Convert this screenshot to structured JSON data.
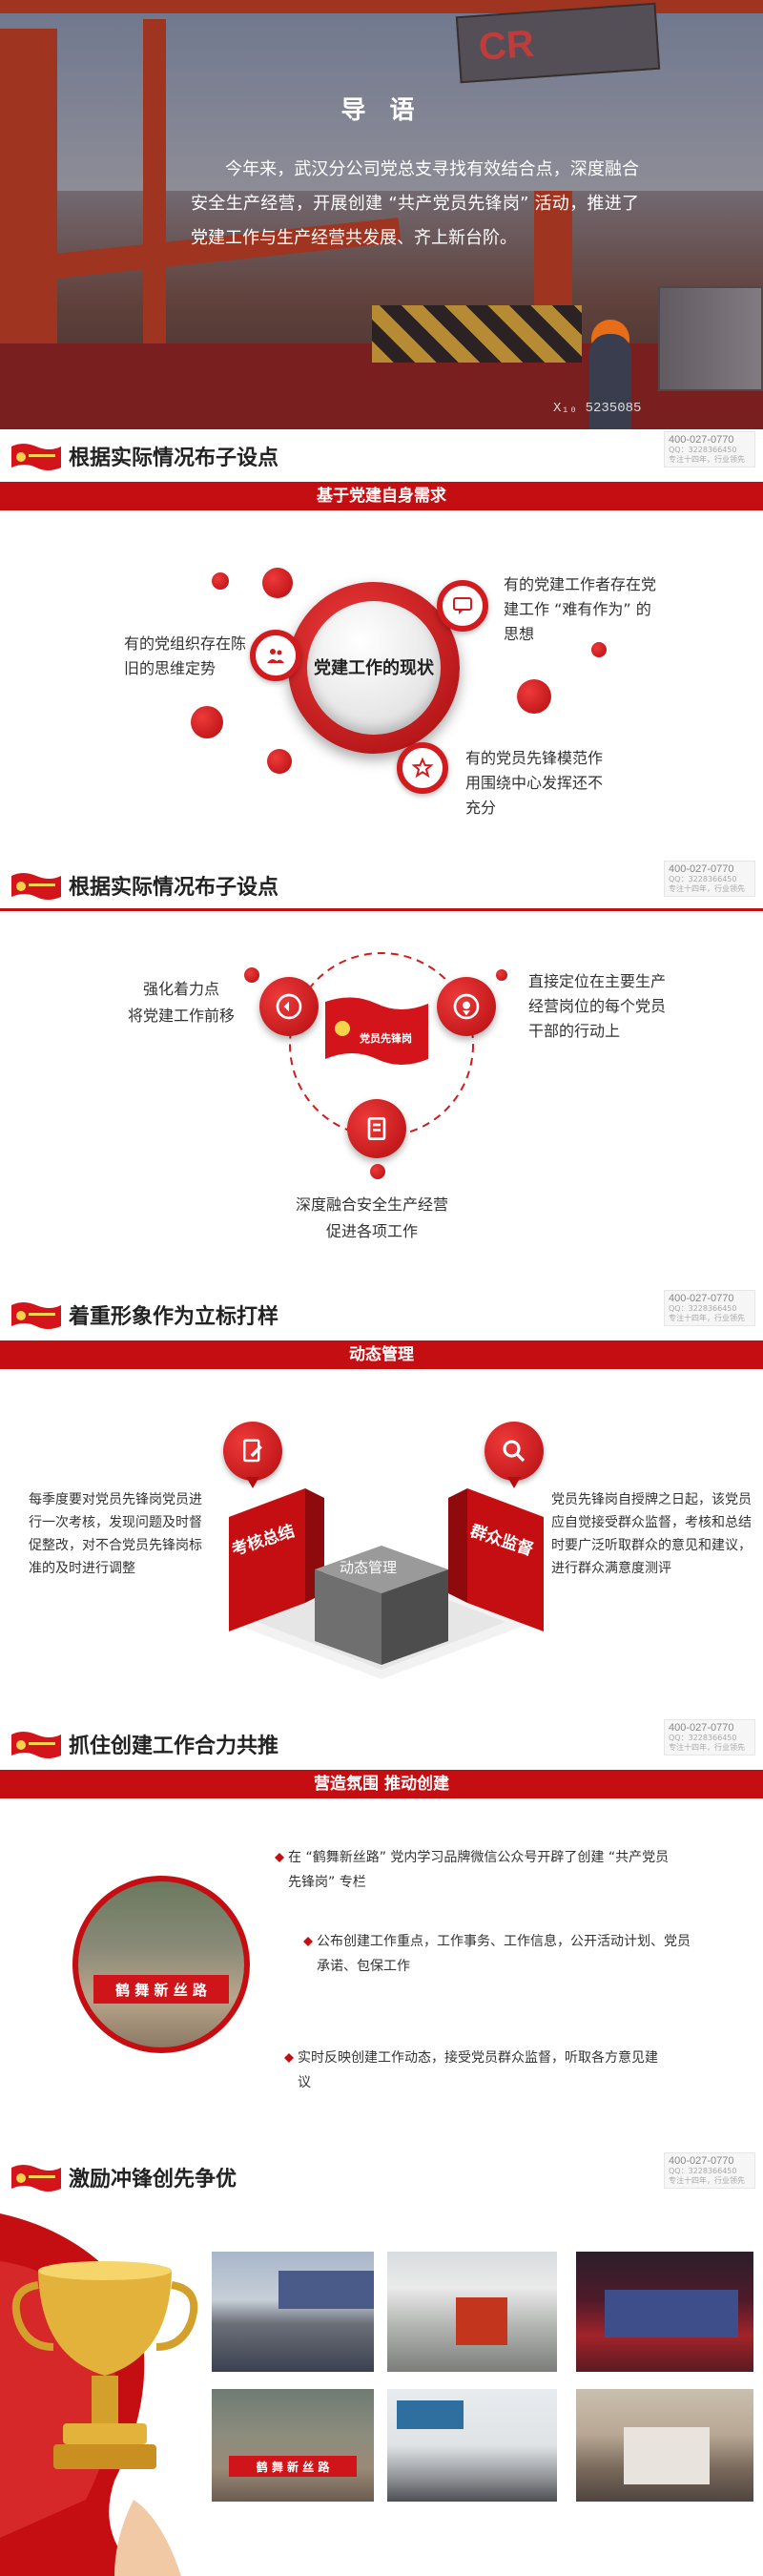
{
  "hero": {
    "title": "导  语",
    "text": "今年来，武汉分公司党总支寻找有效结合点，深度融合安全生产经营，开展创建 “共产党员先锋岗” 活动，推进了党建工作与生产经营共发展、齐上新台阶。",
    "logo": "CR",
    "plate": "X₁₀ 5235085"
  },
  "contact": {
    "tel": "400-027-0770",
    "qq": "QQ：3228366450",
    "slogan": "专注十四年，行业领先"
  },
  "section1": {
    "title": "根据实际情况布子设点",
    "bar": "基于党建自身需求",
    "center": "党建工作的现状",
    "left_text": "有的党组织存在陈旧的思维定势",
    "right_top_text": "有的党建工作者存在党建工作 “难有作为” 的思想",
    "right_bottom_text": "有的党员先锋模范作用围绕中心发挥还不充分"
  },
  "section2": {
    "title": "根据实际情况布子设点",
    "flag_text": "党员先锋岗",
    "left_text_1": "强化着力点",
    "left_text_2": "将党建工作前移",
    "right_text": "直接定位在主要生产经营岗位的每个党员干部的行动上",
    "bottom_text_1": "深度融合安全生产经营",
    "bottom_text_2": "促进各项工作"
  },
  "section3": {
    "title": "着重形象作为立标打样",
    "bar": "动态管理",
    "center_label": "动态管理",
    "left_label": "考核总结",
    "right_label": "群众监督",
    "left_text": "每季度要对党员先锋岗党员进行一次考核，发现问题及时督促整改，对不合党员先锋岗标准的及时进行调整",
    "right_text": "党员先锋岗自授牌之日起，该党员应自觉接受群众监督，考核和总结时要广泛听取群众的意见和建议，进行群众满意度测评"
  },
  "section4": {
    "title": "抓住创建工作合力共推",
    "bar": "营造氛围 推动创建",
    "item1": "在 “鹤舞新丝路” 党内学习品牌微信公众号开辟了创建 “共产党员先锋岗” 专栏",
    "item2": "公布创建工作重点，工作事务、工作信息，公开活动计划、党员承诺、包保工作",
    "item3": "实时反映创建工作动态，接受党员群众监督，听取各方意见建议",
    "banner": "鹤 舞 新 丝 路"
  },
  "section5": {
    "title": "激励冲锋创先争优",
    "photo_banner": "鹤 舞 新 丝 路"
  },
  "colors": {
    "accent": "#c40e11",
    "dark_red": "#b30d10",
    "gold": "#e2b23a"
  }
}
